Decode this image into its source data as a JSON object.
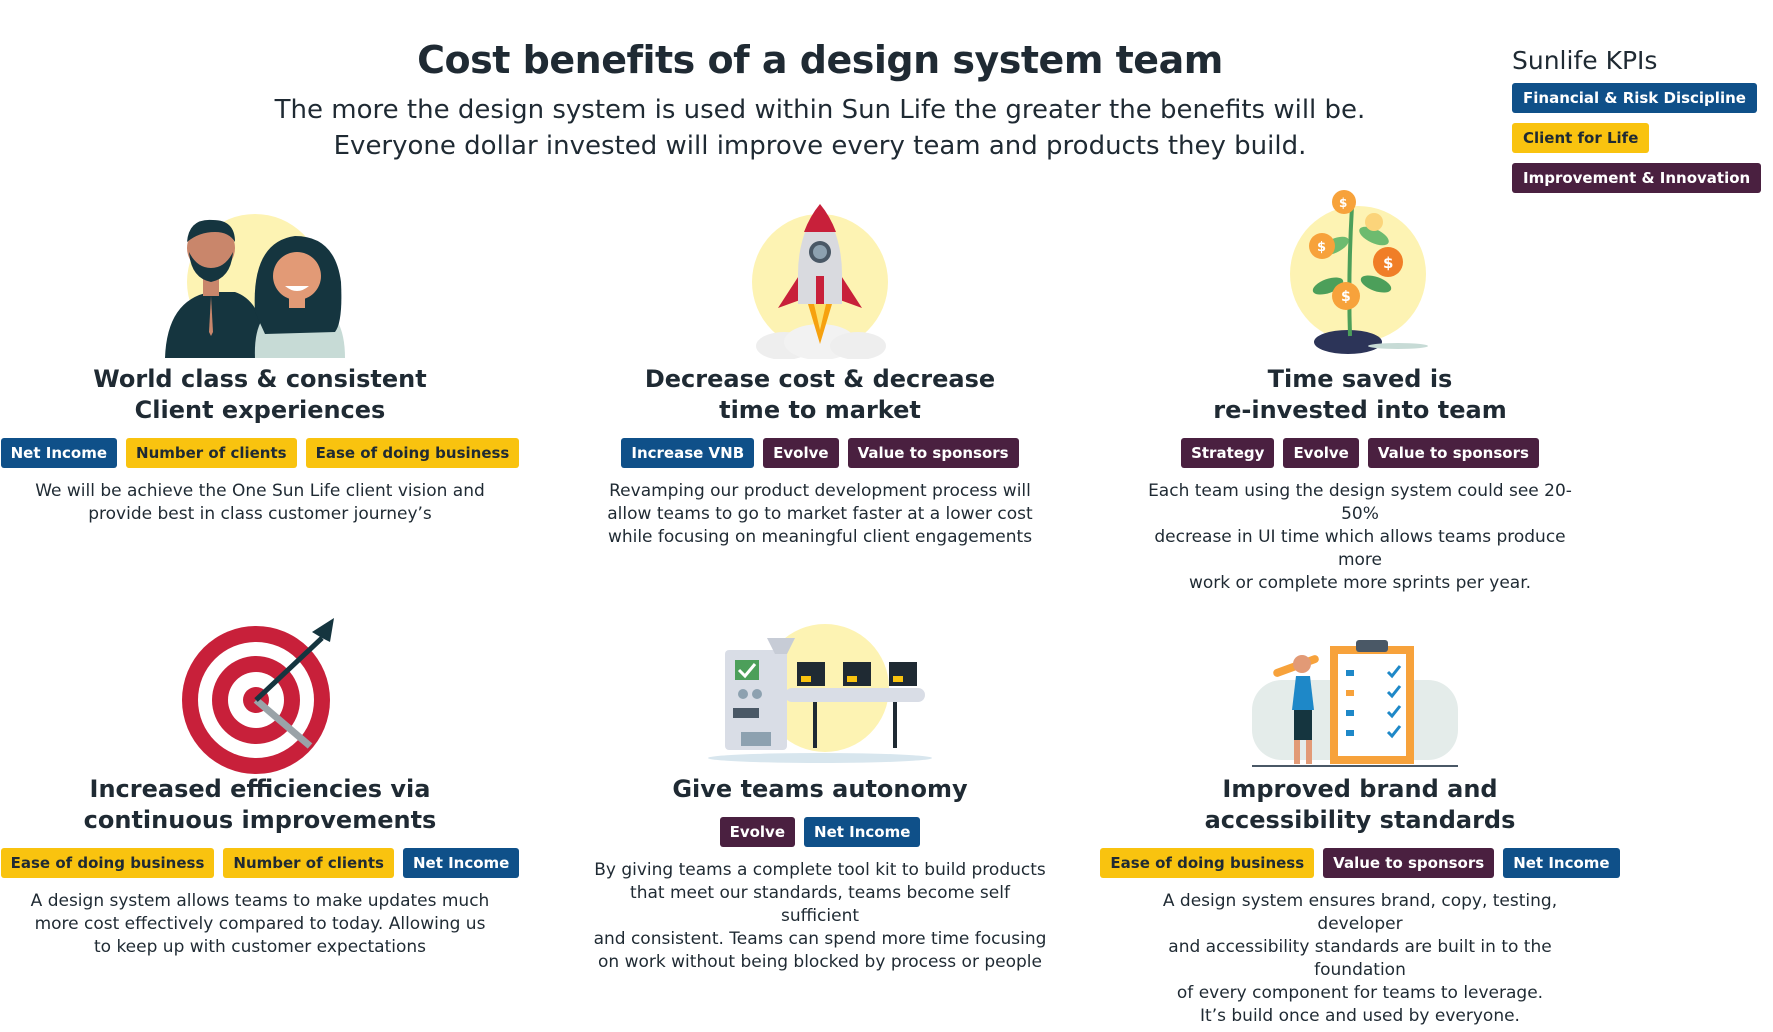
{
  "header": {
    "title": "Cost benefits of a design system team",
    "subtitle_line1": "The more the design system is used within Sun Life the greater the benefits will be.",
    "subtitle_line2": "Everyone dollar invested will improve every team and products they build."
  },
  "kpis": {
    "title": "Sunlife KPIs",
    "items": [
      {
        "label": "Financial & Risk Discipline",
        "color": "#0f5089"
      },
      {
        "label": "Client for Life",
        "color": "#f9c30f"
      },
      {
        "label": "Improvement & Innovation",
        "color": "#4a2040"
      }
    ]
  },
  "cards": [
    {
      "icon": "people-icon",
      "title_line1": "World class & consistent",
      "title_line2": "Client experiences",
      "tags": [
        {
          "label": "Net Income",
          "kind": "blue"
        },
        {
          "label": "Number of clients",
          "kind": "yellow"
        },
        {
          "label": "Ease of doing business",
          "kind": "yellow"
        }
      ],
      "desc": [
        "We will be achieve the One Sun Life client vision and",
        "provide best in class customer journey’s"
      ]
    },
    {
      "icon": "rocket-icon",
      "title_line1": "Decrease cost & decrease",
      "title_line2": "time to market",
      "tags": [
        {
          "label": "Increase VNB",
          "kind": "blue"
        },
        {
          "label": "Evolve",
          "kind": "purple"
        },
        {
          "label": "Value to sponsors",
          "kind": "purple"
        }
      ],
      "desc": [
        "Revamping our product development process will",
        "allow teams to go to market faster at a lower cost",
        "while focusing on meaningful client engagements"
      ]
    },
    {
      "icon": "money-plant-icon",
      "title_line1": "Time saved is",
      "title_line2": "re-invested into team",
      "tags": [
        {
          "label": "Strategy",
          "kind": "purple"
        },
        {
          "label": "Evolve",
          "kind": "purple"
        },
        {
          "label": "Value to sponsors",
          "kind": "purple"
        }
      ],
      "desc": [
        "Each team using the design system could see 20-50%",
        "decrease in UI time which allows teams produce more",
        "work or complete more sprints per year."
      ]
    },
    {
      "icon": "target-icon",
      "title_line1": "Increased efficiencies via",
      "title_line2": "continuous improvements",
      "tags": [
        {
          "label": "Ease of doing business",
          "kind": "yellow"
        },
        {
          "label": "Number of clients",
          "kind": "yellow"
        },
        {
          "label": "Net Income",
          "kind": "blue"
        }
      ],
      "desc": [
        "A design system allows teams to make updates much",
        "more cost effectively compared to today. Allowing us",
        "to keep up with customer expectations"
      ]
    },
    {
      "icon": "factory-conveyor-icon",
      "title_line1": "Give teams autonomy",
      "title_line2": "",
      "tags": [
        {
          "label": "Evolve",
          "kind": "purple"
        },
        {
          "label": "Net Income",
          "kind": "blue"
        }
      ],
      "desc": [
        "By giving teams a complete tool kit to build products",
        "that meet our standards, teams become self sufficient",
        "and consistent. Teams can spend more time focusing",
        "on work without being blocked by process or people"
      ]
    },
    {
      "icon": "checklist-icon",
      "title_line1": "Improved brand and",
      "title_line2": "accessibility standards",
      "tags": [
        {
          "label": "Ease of doing business",
          "kind": "yellow"
        },
        {
          "label": "Value to sponsors",
          "kind": "purple"
        },
        {
          "label": "Net Income",
          "kind": "blue"
        }
      ],
      "desc": [
        "A design system ensures brand, copy, testing, developer",
        "and accessibility standards are built in to the foundation",
        "of every component for teams to leverage.",
        "It’s build once and used by everyone."
      ]
    }
  ]
}
